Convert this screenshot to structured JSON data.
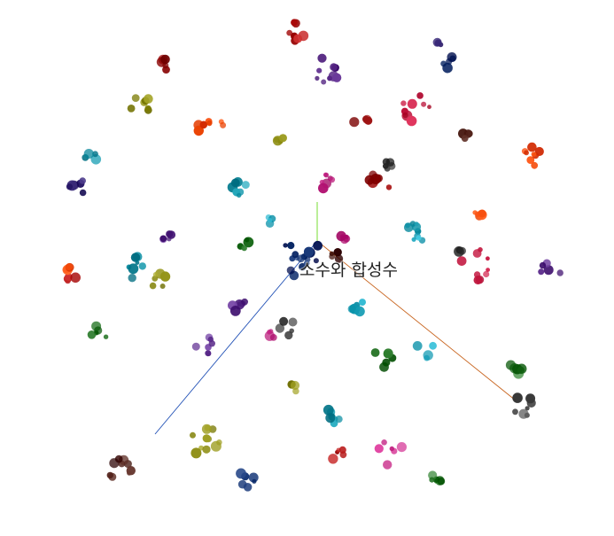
{
  "diagram": {
    "center_label": "소수와 합성수",
    "axis_colors": {
      "upward": "#77dd33",
      "lower_left": "#1f4fb5",
      "right_down": "#c8641e"
    },
    "palette": {
      "red": "#b01010",
      "crimson": "#c0143c",
      "maroon": "#8b0000",
      "purple": "#5a2a8a",
      "indigo": "#2a1a6a",
      "navy": "#0a2a6a",
      "magenta": "#c02080",
      "olive": "#8c8c10",
      "orange": "#f24a0a",
      "teal": "#0a8ca0",
      "cyan": "#20a8c0",
      "brown": "#4a1a12",
      "gray": "#3a3a3a",
      "green": "#1a6a1a",
      "black": "#101010"
    },
    "clusters": [
      {
        "color": "red",
        "n": 7
      },
      {
        "color": "indigo",
        "n": 4
      },
      {
        "color": "purple",
        "n": 9
      },
      {
        "color": "maroon",
        "n": 5
      },
      {
        "color": "olive",
        "n": 7
      },
      {
        "color": "orange",
        "n": 7
      },
      {
        "color": "teal",
        "n": 4
      },
      {
        "color": "indigo",
        "n": 6
      },
      {
        "color": "navy",
        "n": 5
      },
      {
        "color": "magenta",
        "n": 7
      },
      {
        "color": "crimson",
        "n": 10
      },
      {
        "color": "maroon",
        "n": 4
      },
      {
        "color": "brown",
        "n": 4
      },
      {
        "color": "orange",
        "n": 8
      },
      {
        "color": "olive",
        "n": 4
      },
      {
        "color": "teal",
        "n": 8
      },
      {
        "color": "magenta",
        "n": 5
      },
      {
        "color": "maroon",
        "n": 6
      },
      {
        "color": "gray",
        "n": 5
      },
      {
        "color": "orange",
        "n": 5
      },
      {
        "color": "purple",
        "n": 5
      },
      {
        "color": "cyan",
        "n": 4
      },
      {
        "color": "green",
        "n": 4
      },
      {
        "color": "navy",
        "n": 16
      },
      {
        "color": "magenta",
        "n": 4
      },
      {
        "color": "brown",
        "n": 4
      },
      {
        "color": "teal",
        "n": 6
      },
      {
        "color": "cyan",
        "n": 4
      },
      {
        "color": "red",
        "n": 4
      },
      {
        "color": "orange",
        "n": 4
      },
      {
        "color": "teal",
        "n": 7
      },
      {
        "color": "olive",
        "n": 6
      },
      {
        "color": "crimson",
        "n": 9
      },
      {
        "color": "purple",
        "n": 5
      },
      {
        "color": "green",
        "n": 5
      },
      {
        "color": "purple",
        "n": 6
      },
      {
        "color": "purple",
        "n": 7
      },
      {
        "color": "gray",
        "n": 5
      },
      {
        "color": "cyan",
        "n": 7
      },
      {
        "color": "green",
        "n": 6
      },
      {
        "color": "cyan",
        "n": 4
      },
      {
        "color": "green",
        "n": 6
      },
      {
        "color": "gray",
        "n": 8
      },
      {
        "color": "olive",
        "n": 3
      },
      {
        "color": "teal",
        "n": 7
      },
      {
        "color": "brown",
        "n": 9
      },
      {
        "color": "olive",
        "n": 11
      },
      {
        "color": "navy",
        "n": 6
      },
      {
        "color": "red",
        "n": 5
      },
      {
        "color": "magenta",
        "n": 6
      },
      {
        "color": "green",
        "n": 6
      },
      {
        "color": "black",
        "n": 3
      }
    ]
  }
}
